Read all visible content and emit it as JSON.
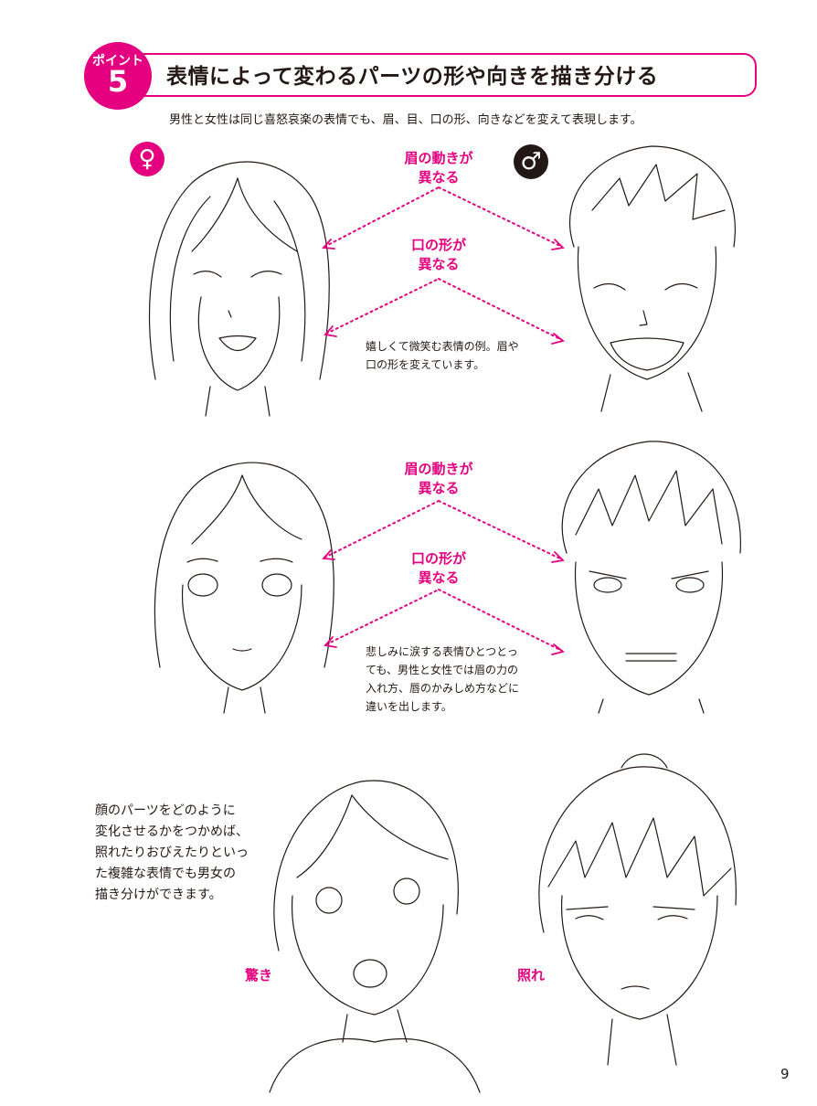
{
  "header": {
    "point_label": "ポイント",
    "point_number": "5",
    "title": "表情によって変わるパーツの形や向きを描き分ける"
  },
  "intro": "男性と女性は同じ喜怒哀楽の表情でも、眉、目、口の形、向きなどを変えて表現します。",
  "gender": {
    "female_symbol": "♀",
    "male_symbol": "♂"
  },
  "sections": [
    {
      "label_brow": [
        "眉の動きが",
        "異なる"
      ],
      "label_mouth": [
        "口の形が",
        "異なる"
      ],
      "caption": [
        "嬉しくて微笑む表情の例。眉や",
        "口の形を変えています。"
      ]
    },
    {
      "label_brow": [
        "眉の動きが",
        "異なる"
      ],
      "label_mouth": [
        "口の形が",
        "異なる"
      ],
      "caption": [
        "悲しみに涙する表情ひとつとっ",
        "ても、男性と女性では眉の力の",
        "入れ方、唇のかみしめ方などに",
        "違いを出します。"
      ]
    }
  ],
  "bottom": {
    "note": [
      "顔のパーツをどのように",
      "変化させるかをつかめば、",
      "照れたりおびえたりといっ",
      "た複雑な表情でも男女の",
      "描き分けができます。"
    ],
    "label_surprise": "驚き",
    "label_shy": "照れ"
  },
  "colors": {
    "accent": "#e4007f",
    "ink": "#231815"
  },
  "page_number": "9"
}
